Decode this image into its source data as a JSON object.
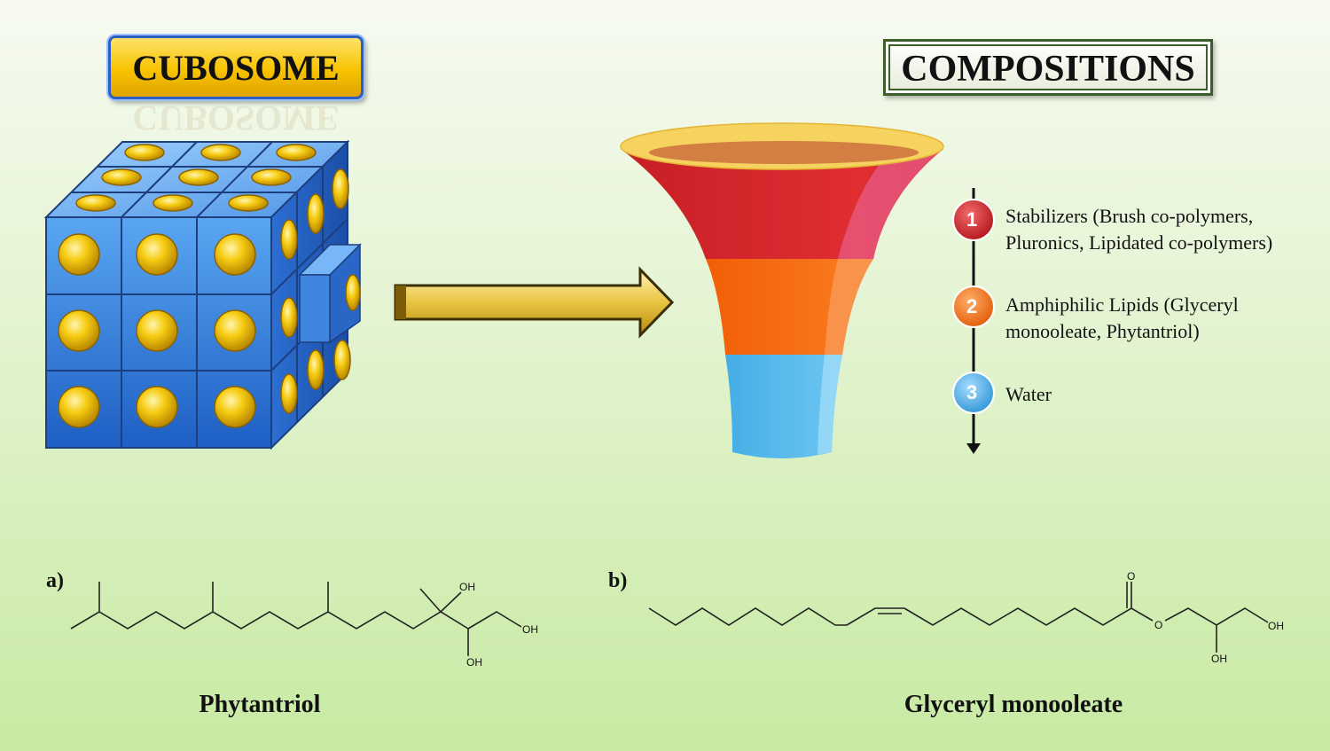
{
  "banners": {
    "left_title": "CUBOSOME",
    "right_title": "COMPOSITIONS"
  },
  "colors": {
    "background_top": "#f7faf1",
    "background_bottom": "#c8eaa3",
    "cube_blue": "#2f74d6",
    "sphere_gold": "#f2c200",
    "arrow_gold": "#e8c24a",
    "funnel_red": "#d7262b",
    "funnel_orange": "#f56a0d",
    "funnel_blue": "#4fb6ea",
    "funnel_rim": "#f6d25f"
  },
  "composition_steps": [
    {
      "number": "1",
      "line1": "Stabilizers (Brush co-polymers,",
      "line2": "Pluronics, Lipidated co-polymers)",
      "color": "#c8242b"
    },
    {
      "number": "2",
      "line1": "Amphiphilic Lipids (Glyceryl",
      "line2": "monooleate, Phytantriol)",
      "color": "#ee6a14"
    },
    {
      "number": "3",
      "line1": "Water",
      "line2": "",
      "color": "#4aa9e0"
    }
  ],
  "molecules": {
    "a": {
      "panel_label": "a)",
      "name": "Phytantriol",
      "atom_labels": [
        "OH",
        "OH",
        "OH"
      ]
    },
    "b": {
      "panel_label": "b)",
      "name": "Glyceryl monooleate",
      "atom_labels": [
        "O",
        "O",
        "OH",
        "OH"
      ]
    }
  },
  "icons": {
    "cube": "cubosome-cube-icon",
    "arrow": "right-arrow-icon",
    "funnel": "funnel-icon"
  }
}
